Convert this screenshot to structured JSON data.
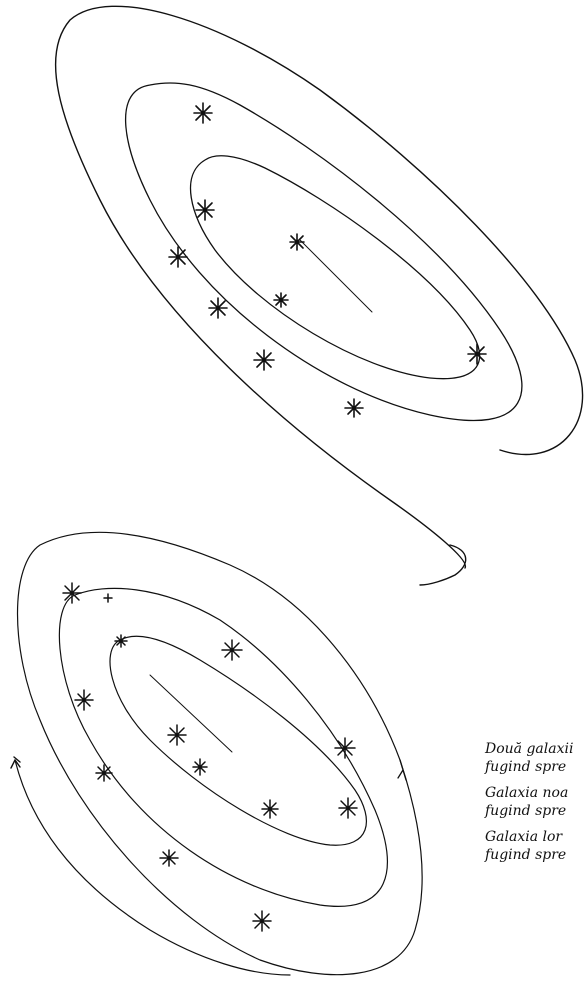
{
  "caption": {
    "lines": [
      "Două galaxii",
      "fugind spre",
      "Galaxia noa",
      "fugind spre",
      "Galaxia lor",
      "fugind spre"
    ]
  },
  "colors": {
    "ink": "#111111",
    "paper": "#ffffff"
  },
  "icons": {
    "star": "asterisk-star-icon",
    "arrow": "rotation-arrow-icon"
  }
}
